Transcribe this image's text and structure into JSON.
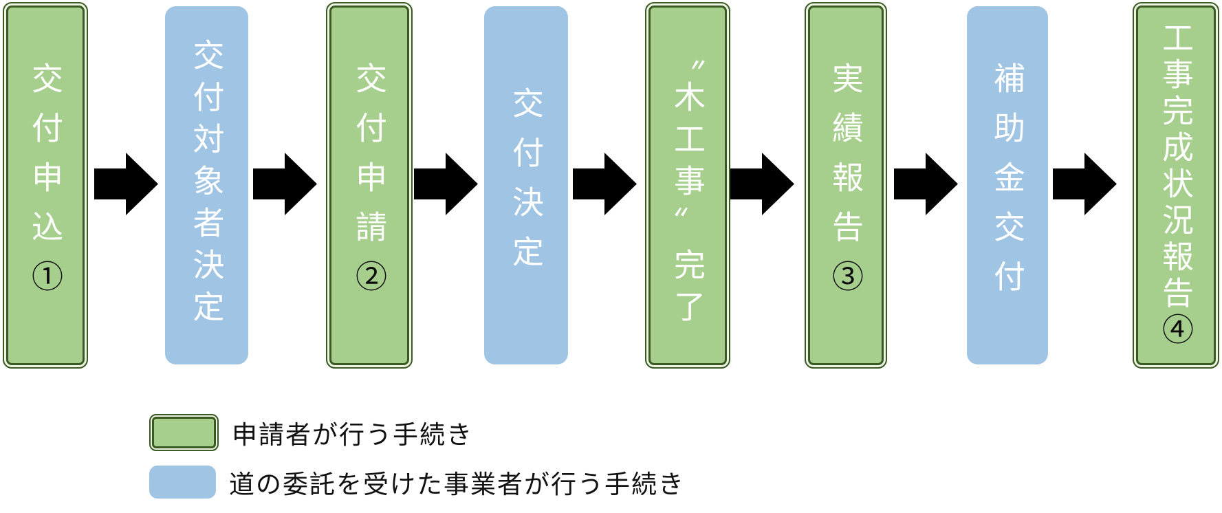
{
  "flow": {
    "boxes": [
      {
        "label": "交付申込",
        "number": "①",
        "type": "applicant"
      },
      {
        "label": "交付対象者決定",
        "number": "",
        "type": "contractor"
      },
      {
        "label": "交付申請",
        "number": "②",
        "type": "applicant"
      },
      {
        "label": "交付決定",
        "number": "",
        "type": "contractor"
      },
      {
        "label": "〝木工事〟完了",
        "number": "",
        "type": "applicant"
      },
      {
        "label": "実績報告",
        "number": "③",
        "type": "applicant"
      },
      {
        "label": "補助金交付",
        "number": "",
        "type": "contractor"
      },
      {
        "label": "工事完成状況報告",
        "number": "④",
        "type": "applicant"
      }
    ]
  },
  "legend": {
    "items": [
      {
        "swatch": "green",
        "label": "申請者が行う手続き"
      },
      {
        "swatch": "blue",
        "label": "道の委託を受けた事業者が行う手続き"
      }
    ]
  },
  "colors": {
    "applicant_fill": "#a6cf8d",
    "applicant_border": "#3b5a23",
    "applicant_border_gap": "#edf4e3",
    "contractor_fill": "#a0c4e4",
    "arrow": "#000000",
    "box_text": "#ffffff",
    "number_text": "#0d0d0d",
    "legend_text": "#111111"
  }
}
